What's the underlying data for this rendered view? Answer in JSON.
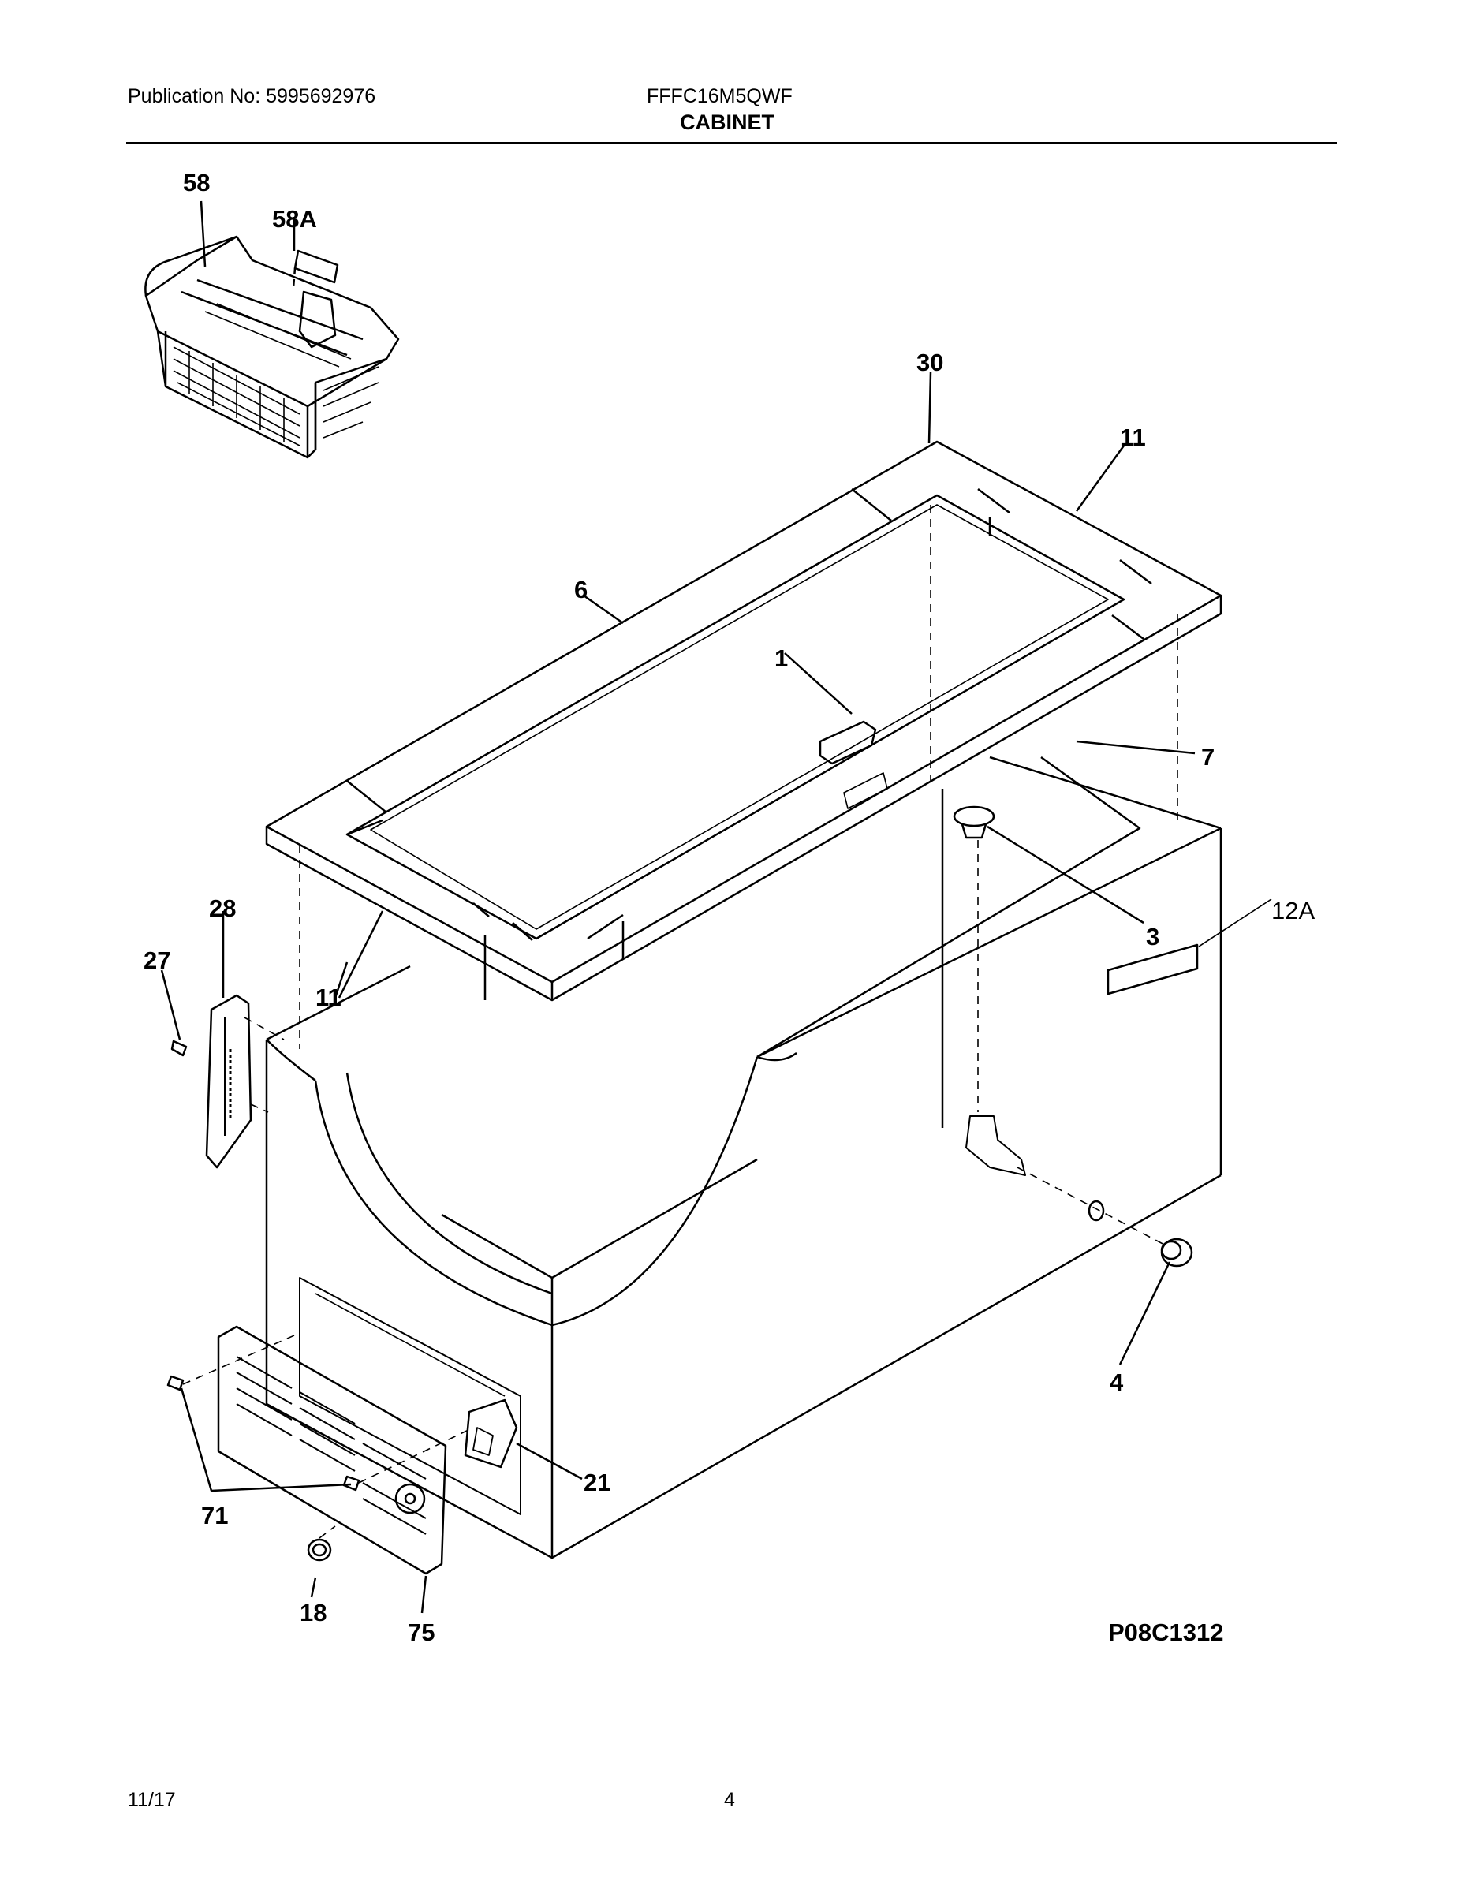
{
  "header": {
    "publication": "Publication No: 5995692976",
    "model": "FFFC16M5QWF",
    "section": "CABINET"
  },
  "footer": {
    "date": "11/17",
    "page": "4"
  },
  "diagram_code": "P08C1312",
  "callouts": {
    "basket": "58",
    "divider": "58A",
    "frame_corner_back": "30",
    "breaker_back_right": "11",
    "breaker_left": "6",
    "lid_stop": "1",
    "breaker_right": "7",
    "plug": "3",
    "label": "12A",
    "hinge": "28",
    "screw": "27",
    "breaker_front": "11",
    "drain_cap": "4",
    "control": "21",
    "screws": "71",
    "knob": "18",
    "grille": "75"
  }
}
